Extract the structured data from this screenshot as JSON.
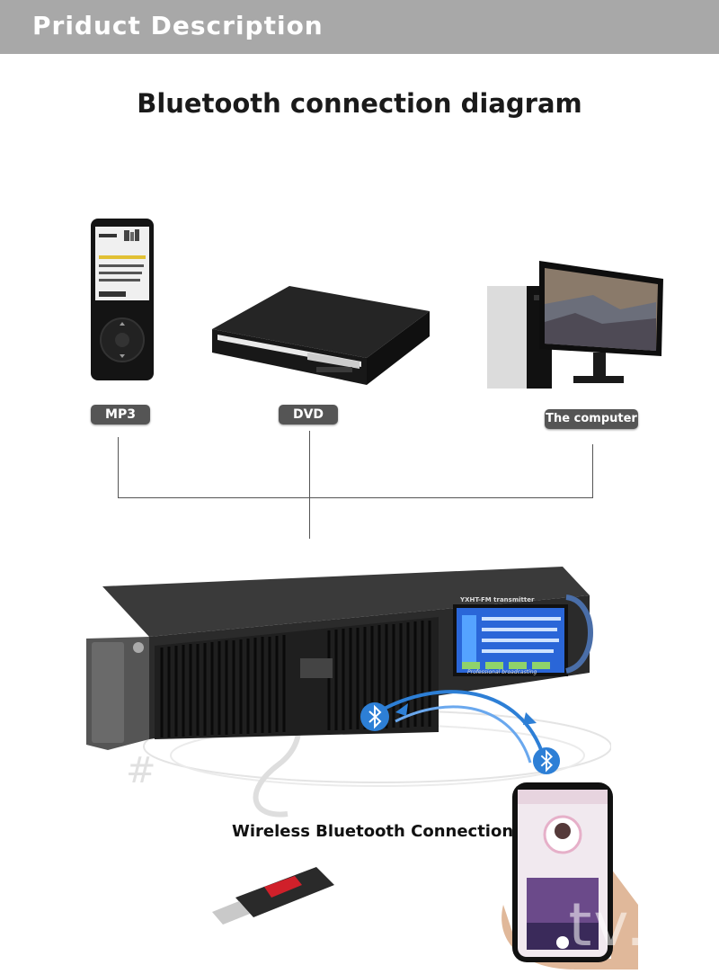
{
  "header": {
    "title": "Priduct Description"
  },
  "diagram_title": "Bluetooth connection diagram",
  "devices": {
    "mp3": {
      "label": "MP3"
    },
    "dvd": {
      "label": "DVD"
    },
    "computer": {
      "label": "The computer"
    }
  },
  "transmitter": {
    "screen_title": "YXHT-FM transmitter",
    "screen_footer": "Professional broadcasting"
  },
  "caption": "Wireless Bluetooth Connection",
  "watermark": "tv.co",
  "colors": {
    "header_bg": "#a8a8a8",
    "pill_bg": "#555555",
    "bluetooth": "#2d7fd6",
    "transmitter_body": "#2b2b2b",
    "screen": "#2a66d8"
  },
  "icons": [
    "bluetooth-icon",
    "bluetooth-icon",
    "music-note-icon"
  ]
}
